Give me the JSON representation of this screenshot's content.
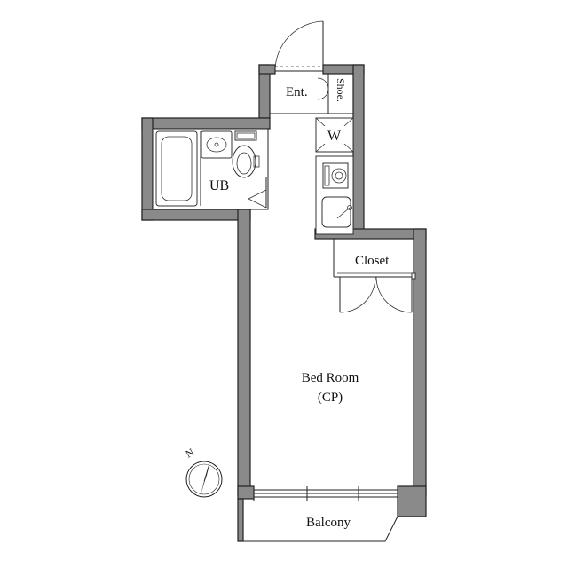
{
  "rooms": {
    "entrance": "Ent.",
    "shoe": "Shoe.",
    "washer": "W",
    "bath": "UB",
    "closet": "Closet",
    "bedroom_line1": "Bed Room",
    "bedroom_line2": "(CP)",
    "balcony": "Balcony"
  },
  "compass": {
    "north": "N",
    "icon": "north-arrow-compass"
  },
  "colors": {
    "wall": "#8a8a8a",
    "outline": "#222222",
    "background": "#ffffff"
  }
}
